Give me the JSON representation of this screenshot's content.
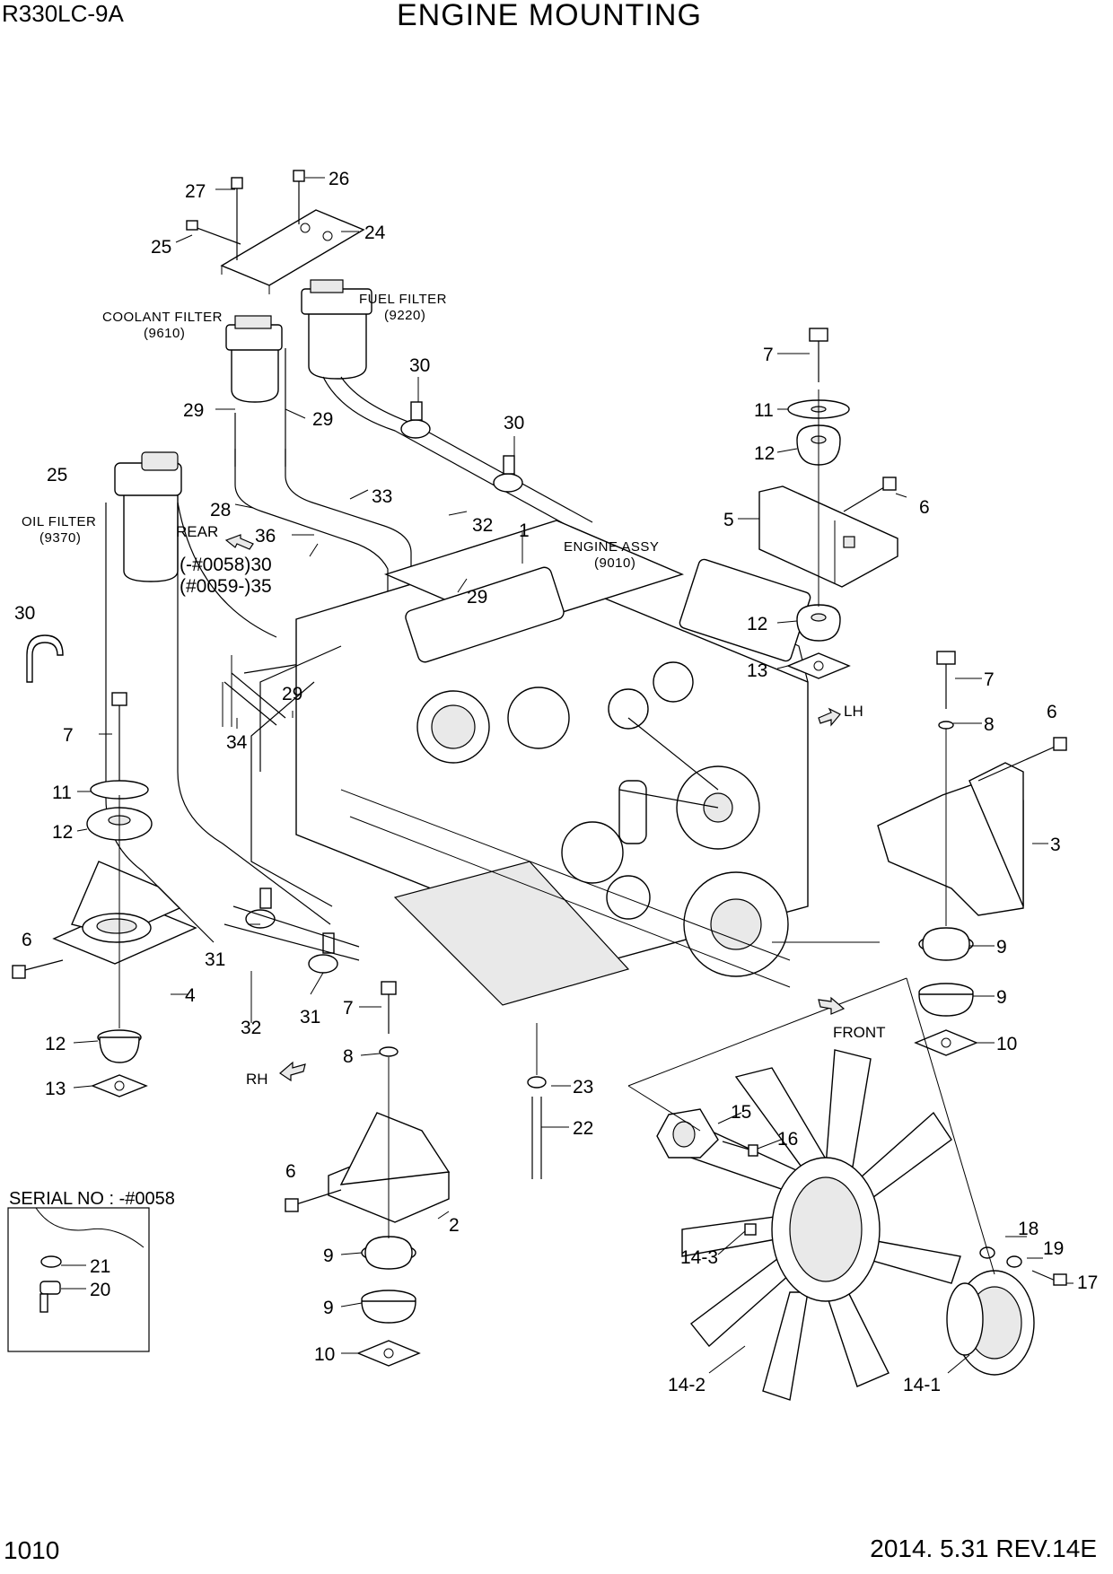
{
  "header": {
    "model": "R330LC-9A",
    "title": "ENGINE MOUNTING"
  },
  "footer": {
    "page_number": "1010",
    "revision": "2014. 5.31  REV.14E"
  },
  "notes": {
    "coolant_filter": "COOLANT FILTER",
    "coolant_filter_code": "(9610)",
    "fuel_filter": "FUEL FILTER",
    "fuel_filter_code": "(9220)",
    "oil_filter": "OIL FILTER",
    "oil_filter_code": "(9370)",
    "engine_assy": "ENGINE ASSY",
    "engine_assy_code": "(9010)",
    "serial_30": "(-#0058)30",
    "serial_35": "(#0059-)35"
  },
  "directions": {
    "rear": "REAR",
    "lh": "LH",
    "rh": "RH",
    "front": "FRONT"
  },
  "serial_box": {
    "label": "SERIAL NO : -#0058"
  },
  "callouts": {
    "c27": "27",
    "c26": "26",
    "c25a": "25",
    "c24": "24",
    "c29a": "29",
    "c29b": "29",
    "c30a": "30",
    "c30b": "30",
    "c25b": "25",
    "c32a": "32",
    "c28": "28",
    "c33": "33",
    "c36": "36",
    "c1": "1",
    "c29c": "29",
    "c30c": "30",
    "c7a": "7",
    "c11a": "11",
    "c12a": "12",
    "c6a": "6",
    "c5": "5",
    "c12b": "12",
    "c13a": "13",
    "c7b": "7",
    "c8a": "8",
    "c6b": "6",
    "c3": "3",
    "c9a": "9",
    "c9b": "9",
    "c10a": "10",
    "c29d": "29",
    "c34": "34",
    "c7c": "7",
    "c11b": "11",
    "c12c": "12",
    "c6c": "6",
    "c31a": "31",
    "c32b": "32",
    "c31b": "31",
    "c4": "4",
    "c12d": "12",
    "c13b": "13",
    "c7d": "7",
    "c8b": "8",
    "c23": "23",
    "c22": "22",
    "c15": "15",
    "c16": "16",
    "c6d": "6",
    "c2": "2",
    "c9c": "9",
    "c9d": "9",
    "c10b": "10",
    "c14_3": "14-3",
    "c18": "18",
    "c19": "19",
    "c17": "17",
    "c14_2": "14-2",
    "c14_1": "14-1",
    "c21": "21",
    "c20": "20"
  }
}
